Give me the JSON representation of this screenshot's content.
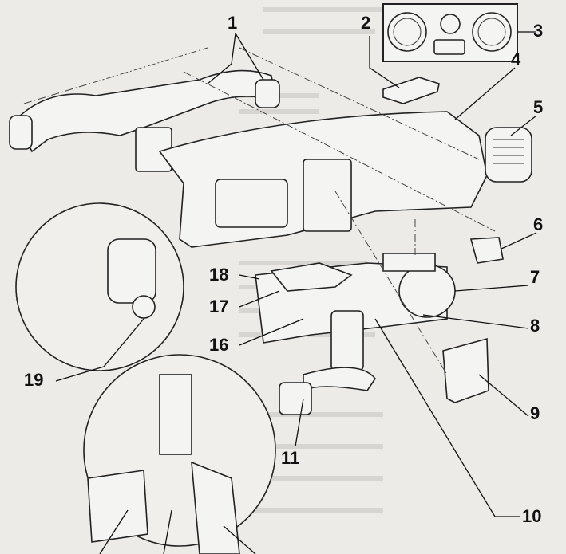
{
  "diagram": {
    "callouts": [
      "1",
      "2",
      "3",
      "4",
      "5",
      "6",
      "7",
      "8",
      "9",
      "10",
      "11",
      "16",
      "17",
      "18",
      "19"
    ]
  }
}
